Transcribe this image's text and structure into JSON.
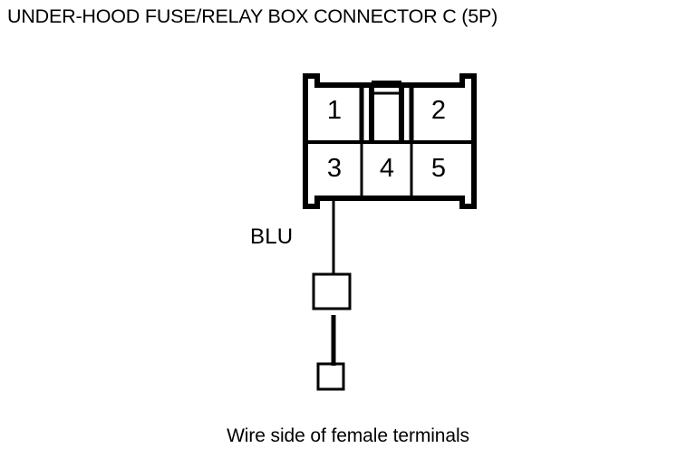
{
  "title": "UNDER-HOOD FUSE/RELAY BOX CONNECTOR C (5P)",
  "caption": "Wire side of female terminals",
  "connector": {
    "name": "UNDER-HOOD FUSE/RELAY BOX CONNECTOR C",
    "pin_count_label": "(5P)",
    "pins": [
      {
        "number": "1",
        "row": "top",
        "column": "left"
      },
      {
        "number": "2",
        "row": "top",
        "column": "right"
      },
      {
        "number": "3",
        "row": "bottom",
        "column": "left"
      },
      {
        "number": "4",
        "row": "bottom",
        "column": "center"
      },
      {
        "number": "5",
        "row": "bottom",
        "column": "right"
      }
    ]
  },
  "wire": {
    "color_code": "BLU",
    "from_pin": "3",
    "terminals": [
      {
        "index": 1,
        "shape": "square"
      },
      {
        "index": 2,
        "shape": "square"
      }
    ]
  },
  "colors": {
    "line": "#000000",
    "background": "#ffffff",
    "text": "#000000"
  }
}
